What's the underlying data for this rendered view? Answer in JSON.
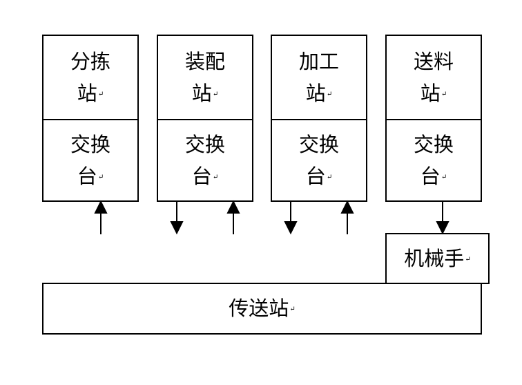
{
  "stations": [
    {
      "top_line1": "分拣",
      "top_line2": "站",
      "bottom_line1": "交换",
      "bottom_line2": "台"
    },
    {
      "top_line1": "装配",
      "top_line2": "站",
      "bottom_line1": "交换",
      "bottom_line2": "台"
    },
    {
      "top_line1": "加工",
      "top_line2": "站",
      "bottom_line1": "交换",
      "bottom_line2": "台"
    },
    {
      "top_line1": "送料",
      "top_line2": "站",
      "bottom_line1": "交换",
      "bottom_line2": "台"
    }
  ],
  "robot_label": "机械手",
  "conveyor_label": "传送站",
  "paragraph_mark": "↵"
}
